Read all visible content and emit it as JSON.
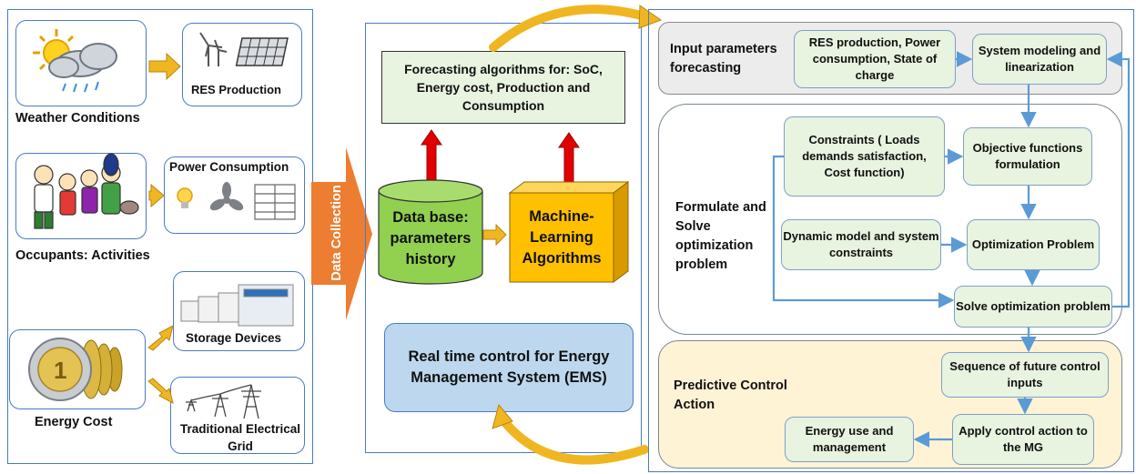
{
  "left": {
    "weather_label": "Weather Conditions",
    "res_label": "RES Production",
    "power_label": "Power Consumption",
    "occupants_label": "Occupants: Activities",
    "storage_label": "Storage Devices",
    "grid_label": "Traditional Electrical Grid",
    "cost_label": "Energy Cost"
  },
  "data_collection": "Data Collection",
  "middle": {
    "forecasting": "Forecasting algorithms for: SoC, Energy cost, Production and Consumption",
    "database": "Data base: parameters history",
    "ml": "Machine-Learning Algorithms",
    "ems": "Real time control for Energy Management System (EMS)"
  },
  "right": {
    "input_forecast_title": "Input parameters forecasting",
    "res_power_soc": "RES production, Power consumption, State of charge",
    "system_modeling": "System modeling and linearization",
    "formulate_title": "Formulate and Solve optimization problem",
    "constraints": "Constraints ( Loads demands satisfaction, Cost function)",
    "objective": "Objective functions formulation",
    "dynamic": "Dynamic model and system constraints",
    "optimization": "Optimization Problem",
    "solve": "Solve optimization problem",
    "predictive_title": "Predictive Control Action",
    "sequence": "Sequence of future control inputs",
    "apply": "Apply control action to the MG",
    "energy_use": "Energy use and management"
  },
  "colors": {
    "panel_border": "#4a7bc4",
    "arrow_orange": "#f0b622",
    "data_arrow": "#ed7d31",
    "db_green": "#92d050",
    "ml_yellow": "#ffc000",
    "ems_blue": "#bdd7ee",
    "box_green": "#e8f3e0",
    "red_arrow": "#e00000",
    "flow_blue": "#5b9bd5"
  }
}
